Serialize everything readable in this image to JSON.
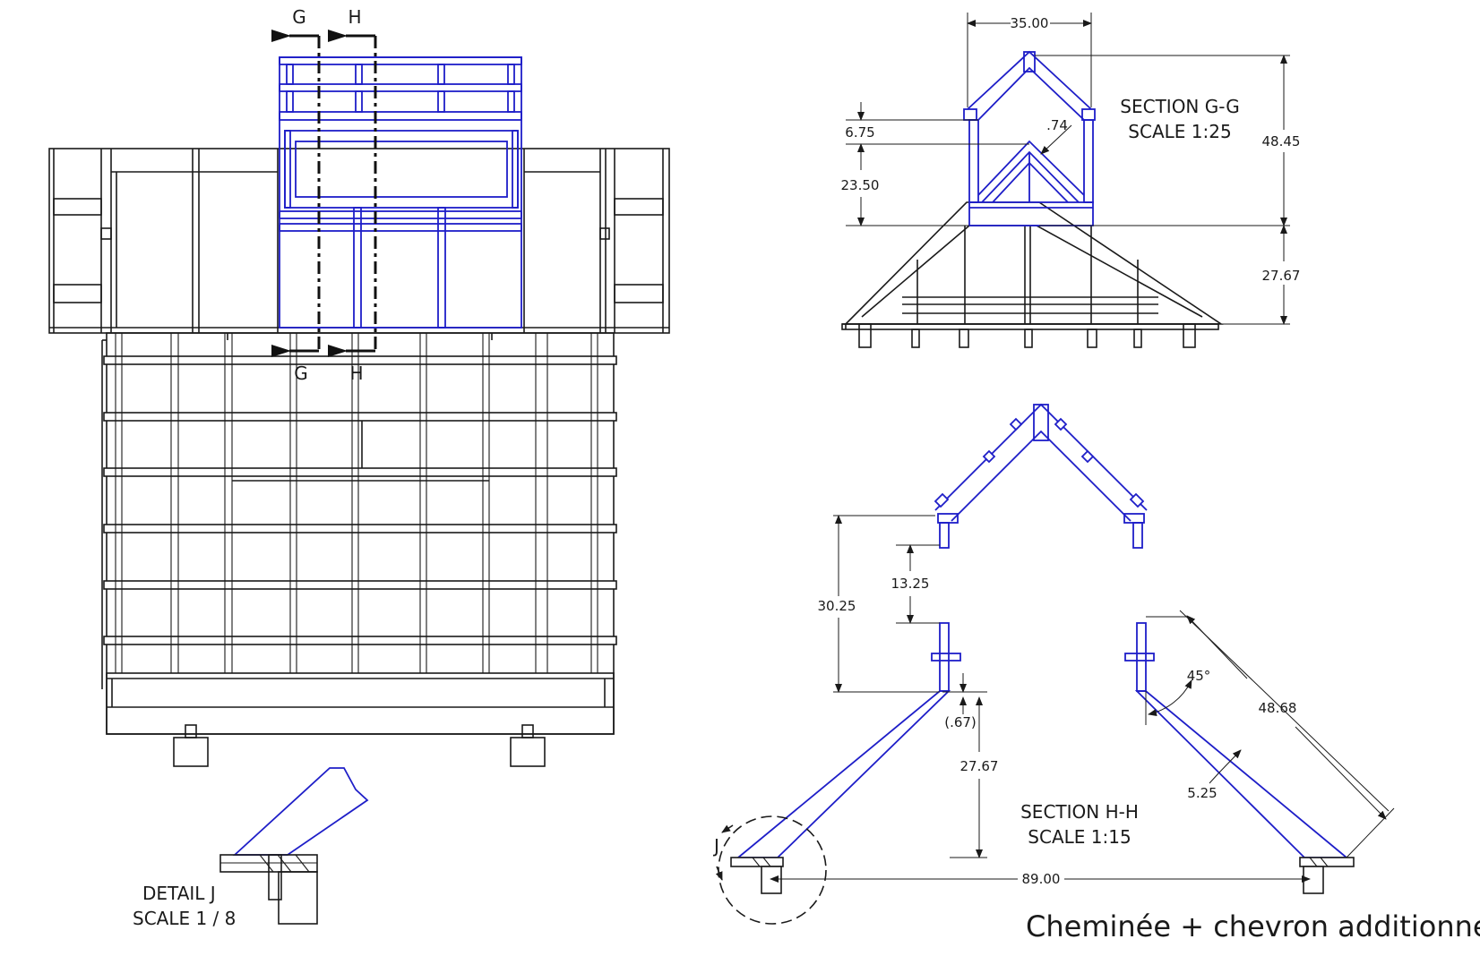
{
  "front_view": {
    "section_marks": {
      "g": "G",
      "h": "H"
    }
  },
  "section_gg": {
    "title": "SECTION G-G",
    "scale": "SCALE 1:25",
    "dims": {
      "width": "35.00",
      "overall_height": "48.45",
      "top_offset": "6.75",
      "inner_height": "23.50",
      "thickness": ".74",
      "base_height": "27.67"
    }
  },
  "section_hh": {
    "title": "SECTION H-H",
    "scale": "SCALE 1:15",
    "dims": {
      "gap_height": "30.25",
      "gap_inner": "13.25",
      "offset": "(.67)",
      "rise": "27.67",
      "angle": "45°",
      "rafter_length": "48.68",
      "rafter_depth": "5.25",
      "span": "89.00"
    },
    "detail_callout": "J"
  },
  "detail_j": {
    "title": "DETAIL  J",
    "scale": "SCALE 1 / 8"
  },
  "sheet_title": "Cheminée + chevron additionnel",
  "colors": {
    "new_parts": "#1e1ec8",
    "existing_parts": "#1a1a1a"
  }
}
